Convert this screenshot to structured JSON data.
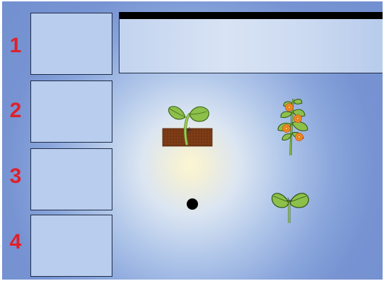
{
  "slots": [
    {
      "label": "1"
    },
    {
      "label": "2"
    },
    {
      "label": "3"
    },
    {
      "label": "4"
    }
  ],
  "pieces": {
    "sprouting_seed": {
      "icon": "sprouting-seed-in-soil-icon"
    },
    "flowering_plant": {
      "icon": "flowering-plant-icon"
    },
    "seed": {
      "icon": "seed-icon"
    },
    "seedling": {
      "icon": "seedling-icon"
    }
  },
  "colors": {
    "slot_number": "#e0202a",
    "slot_fill": "#b9cdee",
    "leaf_green": "#8dc04a",
    "soil_brown": "#7b3a15",
    "flower_orange": "#f08a24",
    "background_blue": "#7390d0"
  }
}
